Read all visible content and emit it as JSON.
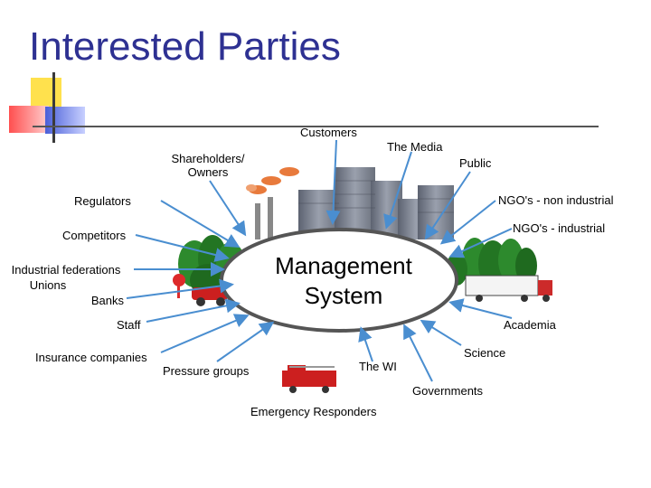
{
  "slide": {
    "title": "Interested Parties",
    "center_label": [
      "Management",
      "System"
    ]
  },
  "parties": {
    "customers": "Customers",
    "the_media": "The Media",
    "public": "Public",
    "shareholders": [
      "Shareholders/",
      "Owners"
    ],
    "regulators": "Regulators",
    "ngo_non_industrial": "NGO's - non industrial",
    "competitors": "Competitors",
    "ngo_industrial": "NGO's - industrial",
    "industrial_group": [
      "Industrial federations",
      "Unions",
      "Banks"
    ],
    "staff": "Staff",
    "academia": "Academia",
    "insurance": "Insurance companies",
    "science": "Science",
    "pressure_groups": "Pressure groups",
    "the_wi": "The WI",
    "governments": "Governments",
    "emergency": "Emergency Responders"
  },
  "colors": {
    "title": "#2e3192",
    "arrow": "#4a8ed0",
    "deco_yellow": "#ffe14d",
    "deco_red": "#ff4f4f",
    "deco_blue": "#4a5fd8",
    "tree": "#2d8a2d",
    "building": "#7a7f8e",
    "fire_truck": "#cc1f1f"
  },
  "icons": [
    "factory-icon",
    "city-buildings-icon",
    "forest-icon",
    "truck-icon",
    "car-icon",
    "fire-truck-icon"
  ]
}
